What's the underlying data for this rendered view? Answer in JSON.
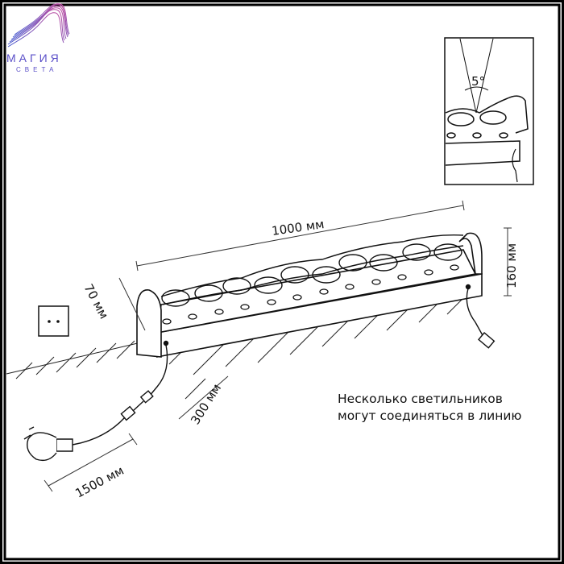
{
  "logo": {
    "name": "МАГИЯ",
    "subtitle": "СВЕТА",
    "colors": [
      "#5a4fc8",
      "#b04aa8"
    ]
  },
  "dimensions": {
    "length": "1000 мм",
    "height": "160 мм",
    "depth": "70 мм",
    "cable_short": "300 мм",
    "cable_long": "1500 мм",
    "beam_angle": "5°"
  },
  "caption": {
    "line1": "Несколько светильников",
    "line2": "могут соединяться в линию"
  }
}
